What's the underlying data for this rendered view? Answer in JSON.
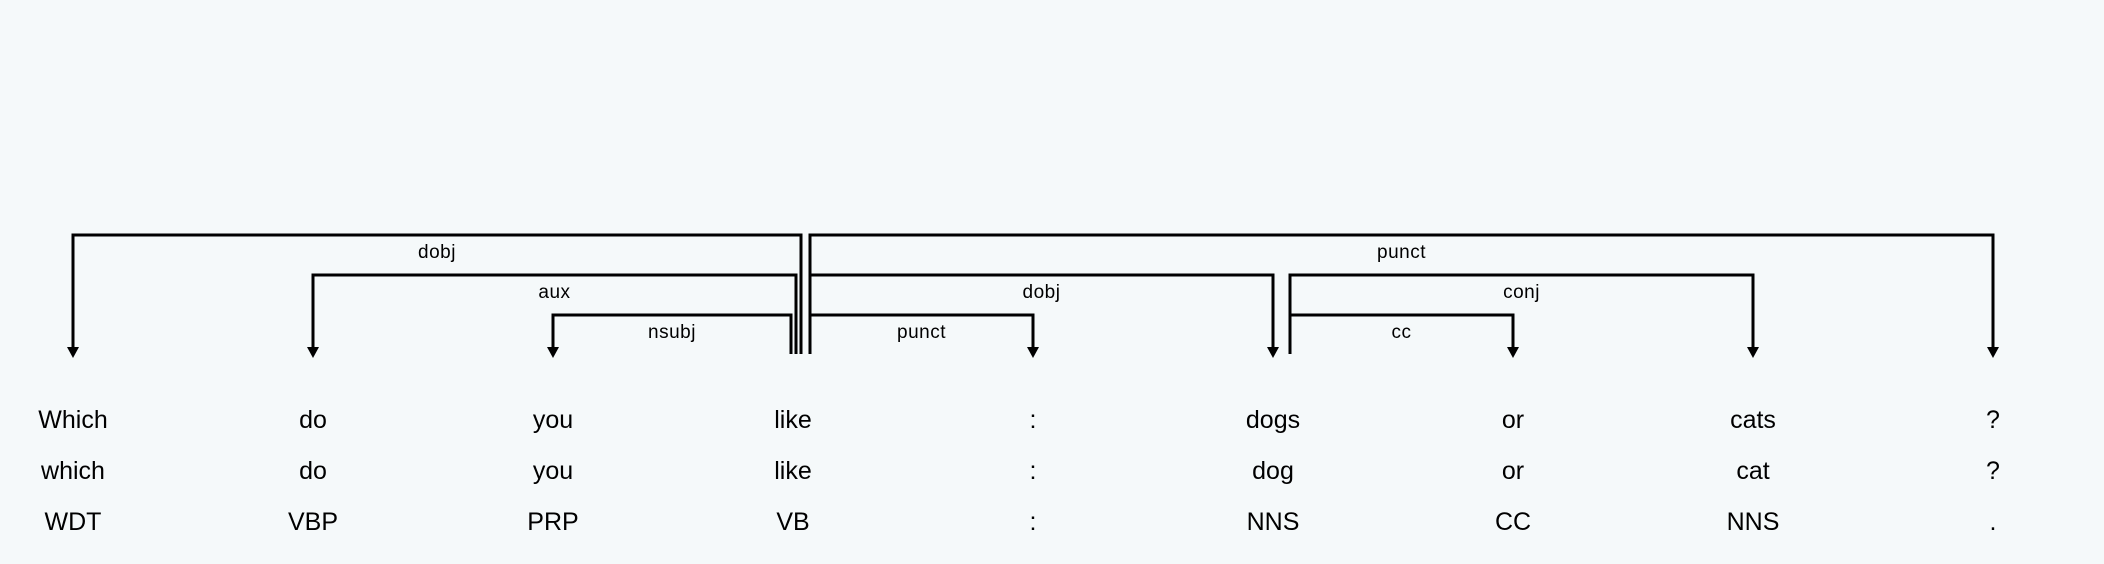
{
  "colors": {
    "background": "#f5f9fa",
    "ink": "#000000"
  },
  "tokens": [
    {
      "word": "Which",
      "lemma": "which",
      "tag": "WDT"
    },
    {
      "word": "do",
      "lemma": "do",
      "tag": "VBP"
    },
    {
      "word": "you",
      "lemma": "you",
      "tag": "PRP"
    },
    {
      "word": "like",
      "lemma": "like",
      "tag": "VB"
    },
    {
      "word": ":",
      "lemma": ":",
      "tag": ":"
    },
    {
      "word": "dogs",
      "lemma": "dog",
      "tag": "NNS"
    },
    {
      "word": "or",
      "lemma": "or",
      "tag": "CC"
    },
    {
      "word": "cats",
      "lemma": "cat",
      "tag": "NNS"
    },
    {
      "word": "?",
      "lemma": "?",
      "tag": "."
    }
  ],
  "arcs": [
    {
      "head": 3,
      "dep": 0,
      "label": "dobj"
    },
    {
      "head": 3,
      "dep": 1,
      "label": "aux"
    },
    {
      "head": 3,
      "dep": 2,
      "label": "nsubj"
    },
    {
      "head": 3,
      "dep": 4,
      "label": "punct"
    },
    {
      "head": 3,
      "dep": 5,
      "label": "dobj"
    },
    {
      "head": 3,
      "dep": 8,
      "label": "punct"
    },
    {
      "head": 5,
      "dep": 6,
      "label": "cc"
    },
    {
      "head": 5,
      "dep": 7,
      "label": "conj"
    }
  ]
}
